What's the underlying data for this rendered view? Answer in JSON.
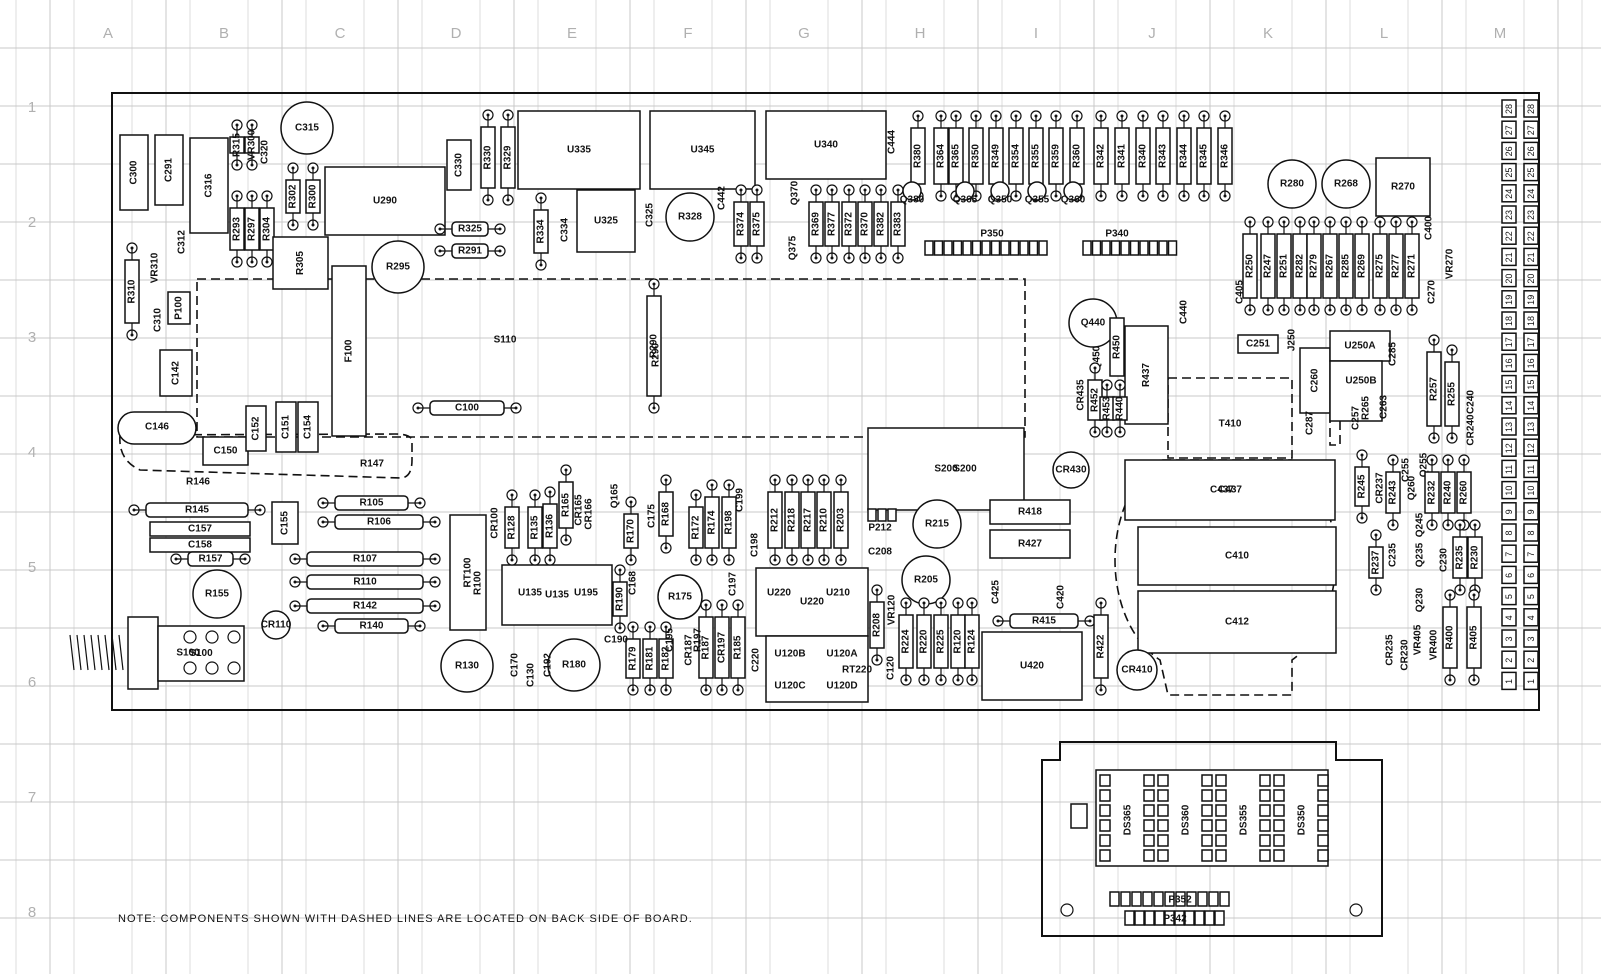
{
  "grid": {
    "columns": [
      "A",
      "B",
      "C",
      "D",
      "E",
      "F",
      "G",
      "H",
      "I",
      "J",
      "K",
      "L",
      "M"
    ],
    "rows": [
      "1",
      "2",
      "3",
      "4",
      "5",
      "6",
      "7",
      "8"
    ]
  },
  "note": "NOTE: COMPONENTS SHOWN WITH DASHED LINES ARE LOCATED ON BACK SIDE OF BOARD.",
  "edge_pins_left": [
    "28",
    "27",
    "26",
    "25",
    "24",
    "23",
    "22",
    "21",
    "20",
    "19",
    "18",
    "17",
    "16",
    "15",
    "14",
    "13",
    "12",
    "11",
    "10",
    "9",
    "8",
    "7",
    "6",
    "5",
    "4",
    "3",
    "2",
    "1"
  ],
  "edge_pins_right": [
    "28",
    "27",
    "26",
    "25",
    "24",
    "23",
    "22",
    "21",
    "20",
    "19",
    "18",
    "17",
    "16",
    "15",
    "14",
    "13",
    "12",
    "11",
    "10",
    "9",
    "8",
    "7",
    "6",
    "5",
    "4",
    "3",
    "2",
    "1"
  ],
  "components": {
    "ics": [
      "U335",
      "U345",
      "U340",
      "U290",
      "U325",
      "U135",
      "U195",
      "U220",
      "U210",
      "U120B",
      "U120A",
      "U120C",
      "U120D",
      "RT220",
      "U420",
      "U250A",
      "U250B"
    ],
    "big": [
      "S110",
      "F100",
      "S200",
      "S100",
      "T410",
      "C437",
      "C410",
      "C412",
      "R147",
      "R437",
      "RT100"
    ],
    "caps_vertical": [
      "C300",
      "C291",
      "C316",
      "C330",
      "C260",
      "C142",
      "C146",
      "C150",
      "C152",
      "C151",
      "C154",
      "C155",
      "C100"
    ],
    "resistors_v1": [
      "R315",
      "VR300",
      "C320",
      "R293",
      "R297",
      "R304",
      "R302",
      "R300",
      "R330",
      "R329",
      "R334",
      "C334",
      "R305",
      "C312",
      "R310",
      "VR310",
      "C310",
      "P100"
    ],
    "resistors_row1": [
      "R380",
      "R364",
      "R365",
      "R350",
      "R349",
      "R354",
      "R355",
      "R359",
      "R360",
      "R342",
      "R341",
      "R340",
      "R343",
      "R344",
      "R345",
      "R346"
    ],
    "resistors_row2": [
      "R374",
      "R375",
      "R369",
      "R377",
      "R372",
      "R370",
      "R382",
      "R383",
      "C442",
      "C444",
      "Q370",
      "Q375",
      "Q380",
      "Q365",
      "Q350",
      "Q355",
      "Q360"
    ],
    "connectors": [
      "P350",
      "P340",
      "P212",
      "P352",
      "P342"
    ],
    "round": [
      "C315",
      "R295",
      "R328",
      "R280",
      "R268",
      "R270",
      "R215",
      "R205",
      "R175",
      "R155",
      "R130",
      "R180",
      "CR410",
      "CR430",
      "Q440",
      "C325"
    ],
    "horiz_resistors": [
      "R325",
      "R291",
      "R105",
      "R106",
      "R107",
      "R110",
      "R142",
      "R140",
      "R145",
      "C157",
      "C158",
      "R157",
      "R146",
      "R418",
      "R427",
      "R415",
      "C208"
    ],
    "vert_mid": [
      "R128",
      "R135",
      "R136",
      "R165",
      "CR165",
      "CR166",
      "Q165",
      "R170",
      "C175",
      "R168",
      "R172",
      "R174",
      "R198",
      "C199",
      "R212",
      "R218",
      "R217",
      "R210",
      "R203",
      "CR100",
      "R100",
      "R190",
      "C168",
      "C198",
      "C197",
      "R179",
      "R181",
      "R182",
      "C195",
      "CR187",
      "R187",
      "CR197",
      "R185",
      "R197",
      "C220",
      "C170",
      "C130",
      "C192",
      "C190",
      "R208",
      "VR120",
      "C120",
      "R224",
      "R220",
      "R225",
      "R120",
      "R124",
      "R422",
      "R290",
      "CR110"
    ],
    "right_small": [
      "R250",
      "R247",
      "R251",
      "R282",
      "R279",
      "R267",
      "R285",
      "R269",
      "R275",
      "R277",
      "R271",
      "C400",
      "C270",
      "VR270",
      "C405",
      "C251",
      "J250",
      "C285",
      "R257",
      "R255",
      "C287",
      "C257",
      "R265",
      "C263",
      "C240",
      "CR240",
      "R245",
      "CR237",
      "R243",
      "C255",
      "Q255",
      "Q260",
      "R232",
      "R240",
      "R260",
      "C235",
      "Q245",
      "R237",
      "R235",
      "R230",
      "Q235",
      "C230",
      "Q230",
      "VR405",
      "VR400",
      "R400",
      "R405",
      "CR235",
      "CR230",
      "R450",
      "C440",
      "Q450",
      "CR435",
      "R452",
      "R453",
      "R440",
      "C425",
      "C420"
    ],
    "display": [
      "DS365",
      "DS360",
      "DS355",
      "DS350"
    ]
  }
}
